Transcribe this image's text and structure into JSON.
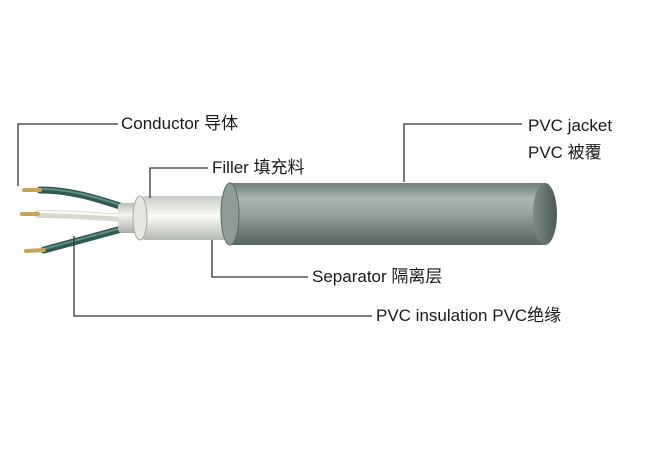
{
  "labels": {
    "conductor": "Conductor 导体",
    "filler": "Filler 填充料",
    "pvc_jacket_en": "PVC jacket",
    "pvc_jacket_cn": "PVC 被覆",
    "separator": "Separator 隔离层",
    "pvc_insulation": "PVC insulation PVC绝缘"
  },
  "colors": {
    "jacket": "#8a9a92",
    "insulation_white": "#f2f2ee",
    "insulation_green": "#3f6e66",
    "conductor_copper": "#c8a45a",
    "leader_line": "#333333"
  }
}
